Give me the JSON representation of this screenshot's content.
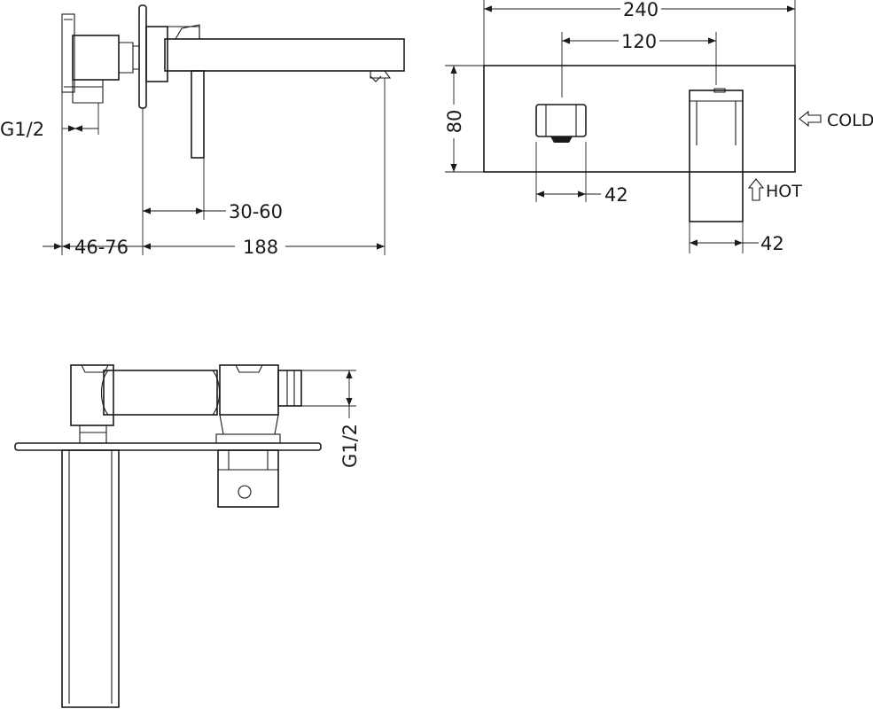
{
  "side_view": {
    "g12": "G1/2",
    "range_30_60": "30-60",
    "range_46_76": "46-76",
    "len_188": "188"
  },
  "front_view": {
    "width_240": "240",
    "spacing_120": "120",
    "height_80": "80",
    "w42_left": "42",
    "w42_right": "42",
    "cold": "COLD",
    "hot": "HOT"
  },
  "top_view": {
    "g12": "G1/2"
  }
}
